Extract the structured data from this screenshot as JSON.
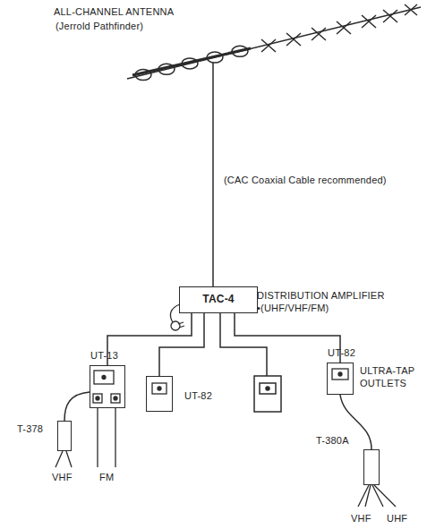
{
  "diagram": {
    "nodes": [
      {
        "text": [
          "TAC-4",
          "DISTRIBUTION AMPLIFIER •(UHF/VHF/FM)"
        ]
      },
      {
        "text": [
          "UT-13"
        ]
      },
      {
        "text": [
          "UT-82"
        ]
      },
      {
        "text": [
          "UT-82",
          "ULTRA-TAP OUTLETS"
        ]
      },
      {
        "text": [
          "T-378"
        ]
      },
      {
        "text": [
          "T-380A"
        ]
      }
    ],
    "edges": [
      {
        "from": 0,
        "to": 1,
        "arrow": "none"
      },
      {
        "from": 0,
        "to": 2,
        "arrow": "none"
      },
      {
        "from": 0,
        "to": 3,
        "arrow": "none"
      },
      {
        "from": 1,
        "to": 4,
        "arrow": "none"
      },
      {
        "from": 3,
        "to": 5,
        "arrow": "none"
      }
    ],
    "labels": [
      "ALL-CHANNEL ANTENNA",
      "(Jerrold Pathfinder)",
      "(CAC Coaxial Cable recommended)",
      "VHF",
      "FM",
      "VHF",
      "UHF"
    ]
  }
}
